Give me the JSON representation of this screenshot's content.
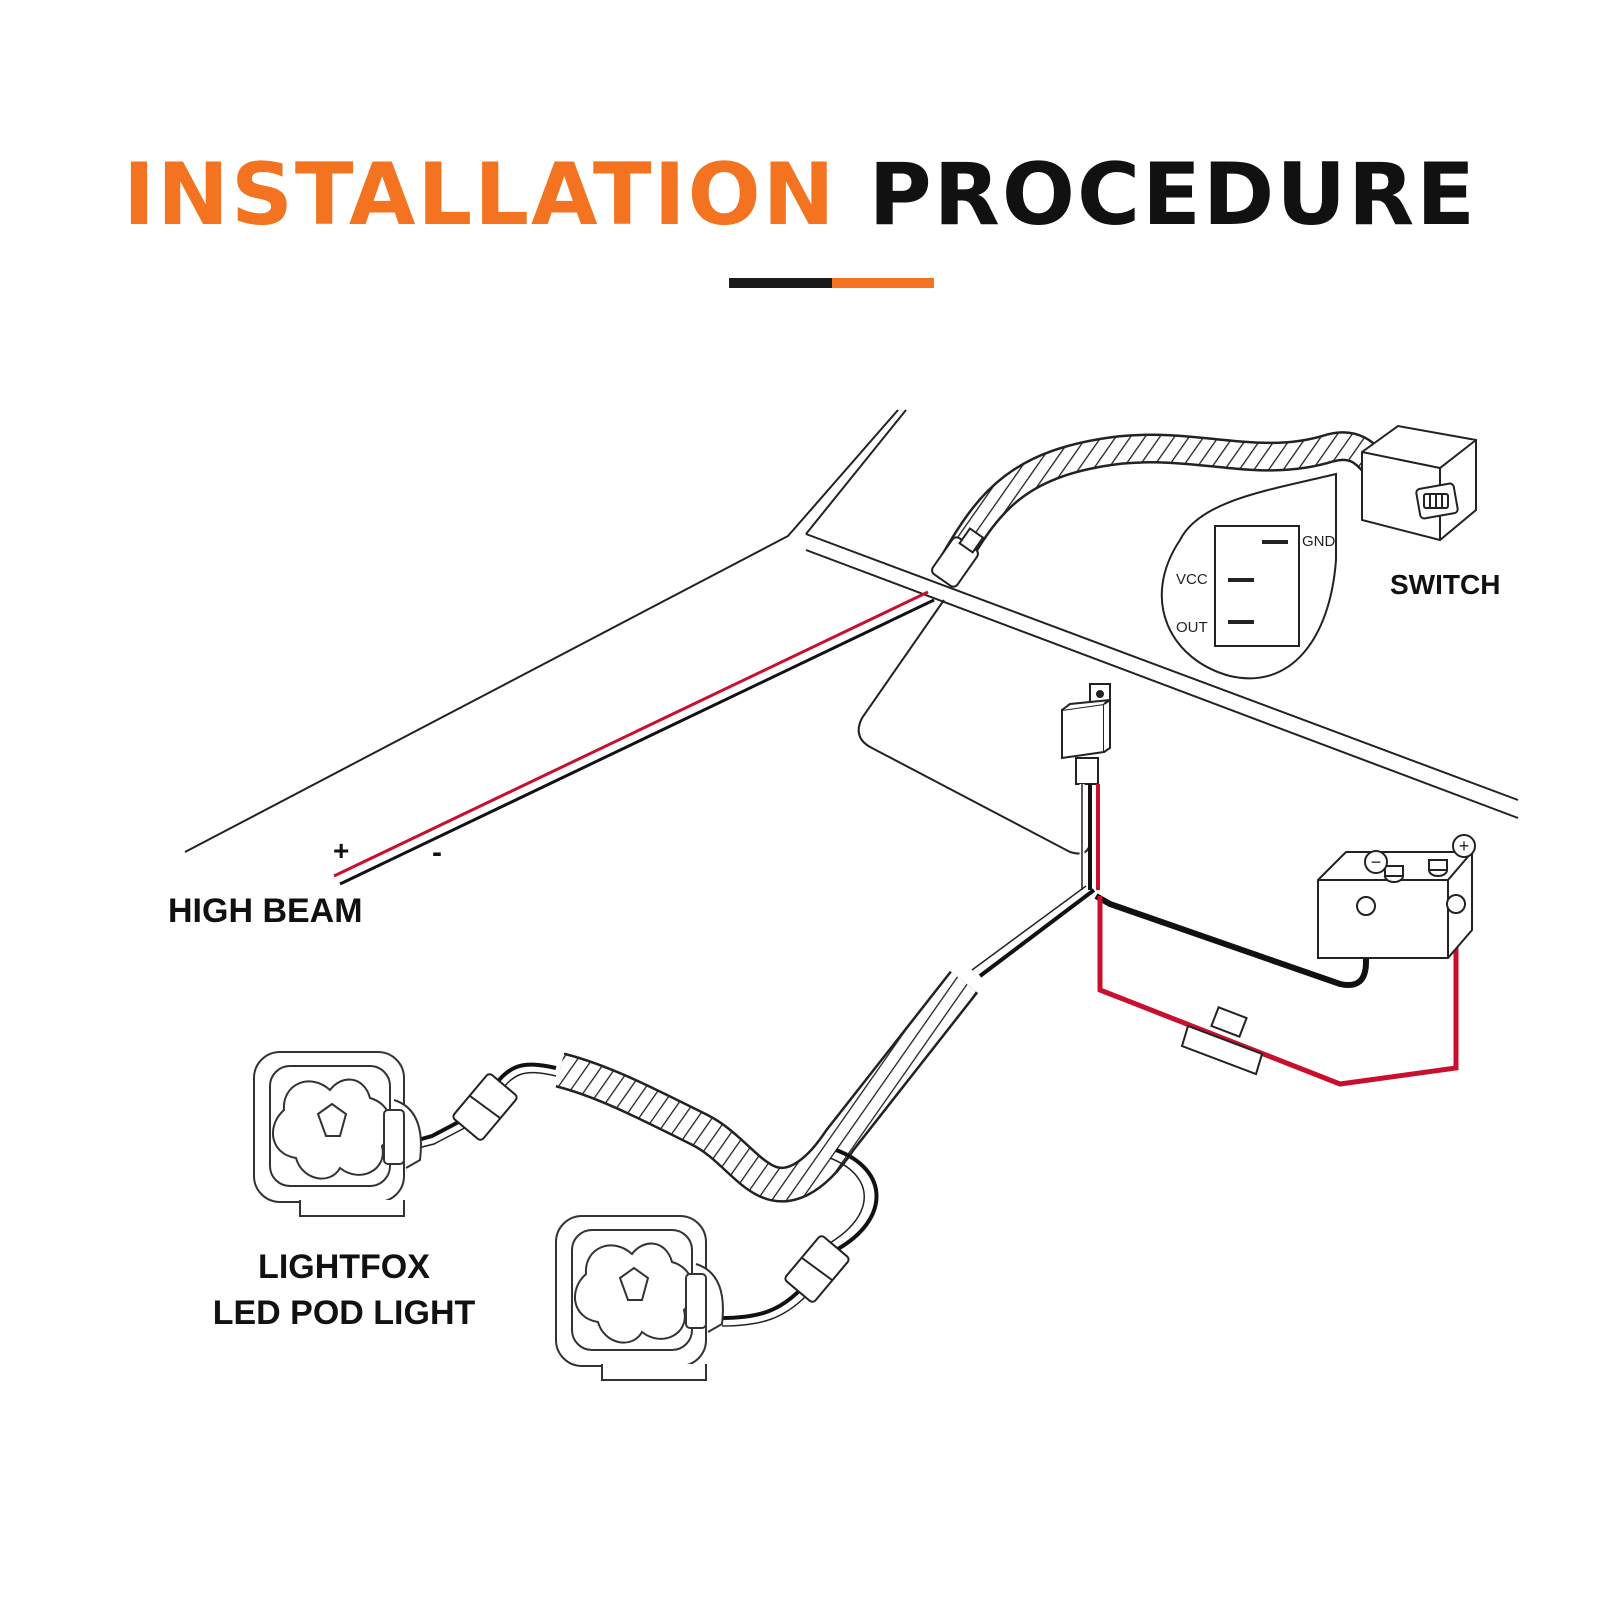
{
  "title": {
    "part1": "INSTALLATION",
    "part2": "PROCEDURE"
  },
  "colors": {
    "accent": "#f47320",
    "dark": "#111111",
    "wire_red": "#c8102e",
    "wire_black": "#111111"
  },
  "labels": {
    "switch": "SWITCH",
    "high_beam": "HIGH BEAM",
    "plus": "+",
    "minus": "-",
    "product_line1": "LIGHTFOX",
    "product_line2": "LED POD LIGHT"
  },
  "switch_pins": {
    "gnd": "GND",
    "vcc": "VCC",
    "out": "OUT"
  },
  "battery_terminals": {
    "negative": "−",
    "positive": "+"
  }
}
